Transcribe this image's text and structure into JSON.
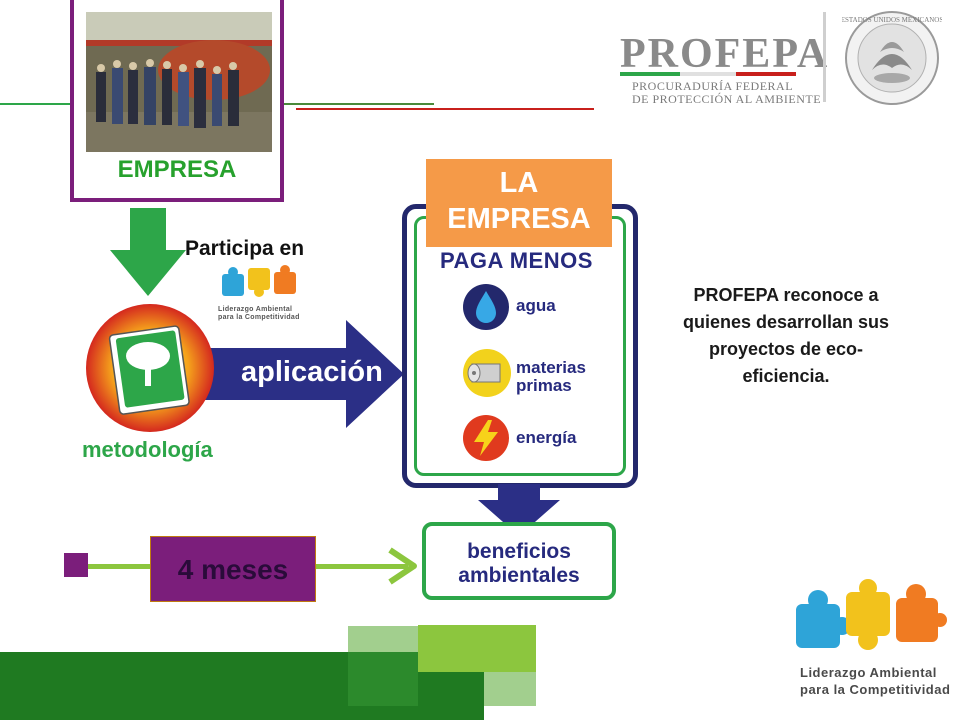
{
  "photo_frame": {
    "label": "EMPRESA"
  },
  "participa_label": "Participa en",
  "la_empresa": {
    "line1": "LA",
    "line2": "EMPRESA"
  },
  "paga_menos": {
    "title": "PAGA MENOS",
    "items": [
      {
        "label": "agua",
        "icon": "water-drop-icon"
      },
      {
        "label": "materias primas",
        "line1": "materias",
        "line2": "primas",
        "icon": "paper-roll-icon"
      },
      {
        "label": "energía",
        "icon": "lightning-icon"
      }
    ]
  },
  "metodologia": {
    "label": "metodología"
  },
  "aplicacion": {
    "label": "aplicación"
  },
  "beneficios": {
    "line1": "beneficios",
    "line2": "ambientales"
  },
  "duration": {
    "label": "4 meses"
  },
  "reconoce_text": "PROFEPA reconoce a quienes desarrollan sus proyectos de eco-eficiencia.",
  "header": {
    "brand": "PROFEPA",
    "subtitle_line1": "PROCURADURÍA FEDERAL",
    "subtitle_line2": "DE PROTECCIÓN AL AMBIENTE",
    "seal_text": "ESTADOS UNIDOS MEXICANOS"
  },
  "liderazgo": {
    "line1": "Liderazgo Ambiental",
    "line2": "para la Competitividad"
  },
  "colors": {
    "purple": "#7b1e7b",
    "green": "#2da649",
    "navy": "#23286c",
    "orange": "#f59a48",
    "lime": "#8cc63e",
    "dark_green": "#1f7a21"
  }
}
